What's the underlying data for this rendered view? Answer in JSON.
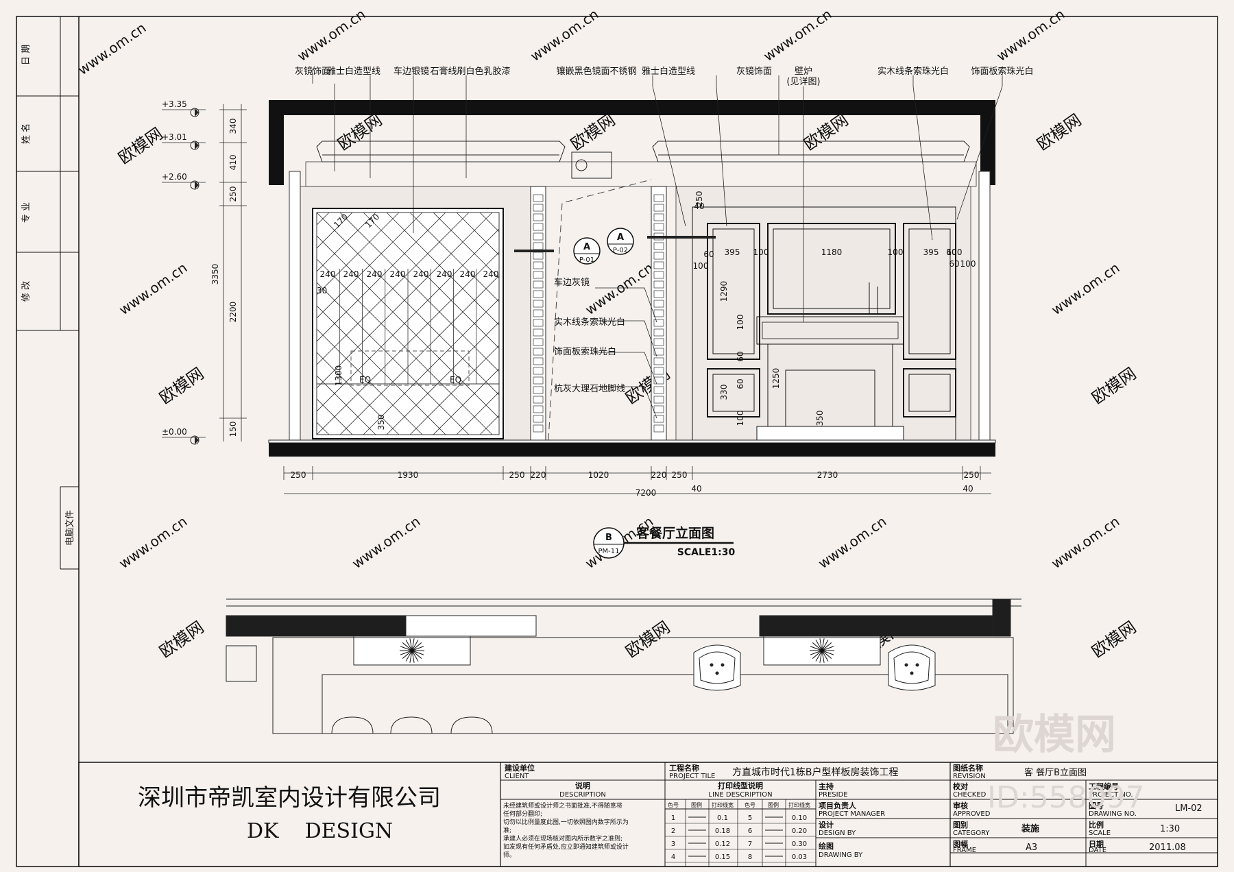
{
  "side_strip": {
    "date": "日 期",
    "name": "姓 名",
    "discipline": "专 业",
    "revision": "修 改",
    "computer_file": "电脑文件"
  },
  "elevation": {
    "title": "客餐厅立面图",
    "scale": "SCALE1:30",
    "section_symbol": {
      "letter": "B",
      "sheet": "PM-11"
    },
    "callouts_top": [
      "灰镜饰面",
      "雅士白造型线",
      "车边银镜",
      "石膏线刷白色乳胶漆",
      "镶嵌黑色镜面不锈钢",
      "雅士白造型线",
      "灰镜饰面",
      "壁炉",
      "实木线条索珠光白",
      "饰面板索珠光白"
    ],
    "fireplace_note": "(见详图)",
    "callouts_mid": [
      "车边灰镜",
      "实木线条索珠光白",
      "饰面板索珠光白",
      "杭灰大理石地脚线"
    ],
    "section_marks": [
      {
        "letter": "A",
        "sheet": "P-01"
      },
      {
        "letter": "A",
        "sheet": "P-02"
      }
    ],
    "levels": [
      "+3.35",
      "+3.01",
      "+2.60",
      "±0.00"
    ],
    "vertical_dims_left": [
      "340",
      "410",
      "250",
      "2200",
      "150",
      "3350"
    ],
    "bottom_dims": [
      "250",
      "1930",
      "250",
      "220",
      "1020",
      "220",
      "250",
      "2730",
      "250"
    ],
    "bottom_overall": "7200",
    "bottom_small": [
      "40",
      "40"
    ],
    "mirror_panel_dims": [
      "170",
      "170",
      "240",
      "240",
      "240",
      "240",
      "240",
      "240",
      "240",
      "240",
      "30",
      "1300",
      "EQ",
      "EQ",
      "350"
    ],
    "right_dims": [
      "250",
      "40",
      "60",
      "100",
      "395",
      "100",
      "1180",
      "100",
      "395",
      "100",
      "60",
      "60",
      "100",
      "1290",
      "100",
      "60",
      "330",
      "100",
      "60",
      "1250",
      "350"
    ]
  },
  "title_block": {
    "company_cn": "深圳市帝凯室内设计有限公司",
    "company_en": "DK    DESIGN",
    "client_cn": "建设单位",
    "client_en": "CLIENT",
    "notes_cn": "说明",
    "notes_en": "DESCRIPTION",
    "notes_text": [
      "未经建筑师或设计师之书面批准,不得随意将",
      "任何部分翻印;",
      "切勿以比例量度此图,一切依照图内数字所示为",
      "准;",
      "承建人必须在现场核对图内所示数字之准则;",
      "如发现有任何矛盾处,应立即通知建筑师或设计",
      "师。"
    ],
    "project_cn": "工程名称",
    "project_en": "PROJECT TILE",
    "project_name": "方直城市时代1栋B户型样板房装饰工程",
    "line_cn": "打印线型说明",
    "line_en": "LINE DESCRIPTION",
    "line_headers": [
      "色号",
      "图例",
      "打印线宽",
      "色号",
      "图例",
      "打印线宽"
    ],
    "line_rows": [
      [
        "1",
        "0.1",
        "5",
        "0.10"
      ],
      [
        "2",
        "0.18",
        "6",
        "0.20"
      ],
      [
        "3",
        "0.12",
        "7",
        "0.30"
      ],
      [
        "4",
        "0.15",
        "8",
        "0.03"
      ]
    ],
    "preside_cn": "主持",
    "preside_en": "PRESIDE",
    "pm_cn": "项目负责人",
    "pm_en": "PROJECT MANAGER",
    "design_cn": "设计",
    "design_en": "DESIGN BY",
    "drawing_cn": "绘图",
    "drawing_en": "DRAWING BY",
    "revision_cn": "图纸名称",
    "revision_en": "REVISION",
    "drawing_name": "客 餐厅B立面图",
    "checked_cn": "校对",
    "checked_en": "CHECKED",
    "project_no_cn": "工程编号",
    "project_no_en": "PROJECT NO.",
    "approved_cn": "审核",
    "approved_en": "APPROVED",
    "drawing_no_cn": "图号",
    "drawing_no_en": "DRAWING NO.",
    "drawing_no": "LM-02",
    "category_cn": "图别",
    "category_en": "CATEGORY",
    "category": "装施",
    "scale_cn": "比例",
    "scale_en": "SCALE",
    "scale": "1:30",
    "frame_cn": "图幅",
    "frame_en": "FRAME",
    "frame": "A3",
    "date_cn": "日期",
    "date_en": "DATE",
    "date": "2011.08"
  },
  "watermark": {
    "site": "www.om.cn",
    "brand_small": "欧模网",
    "brand": "欧模网",
    "id": "ID:558097"
  }
}
